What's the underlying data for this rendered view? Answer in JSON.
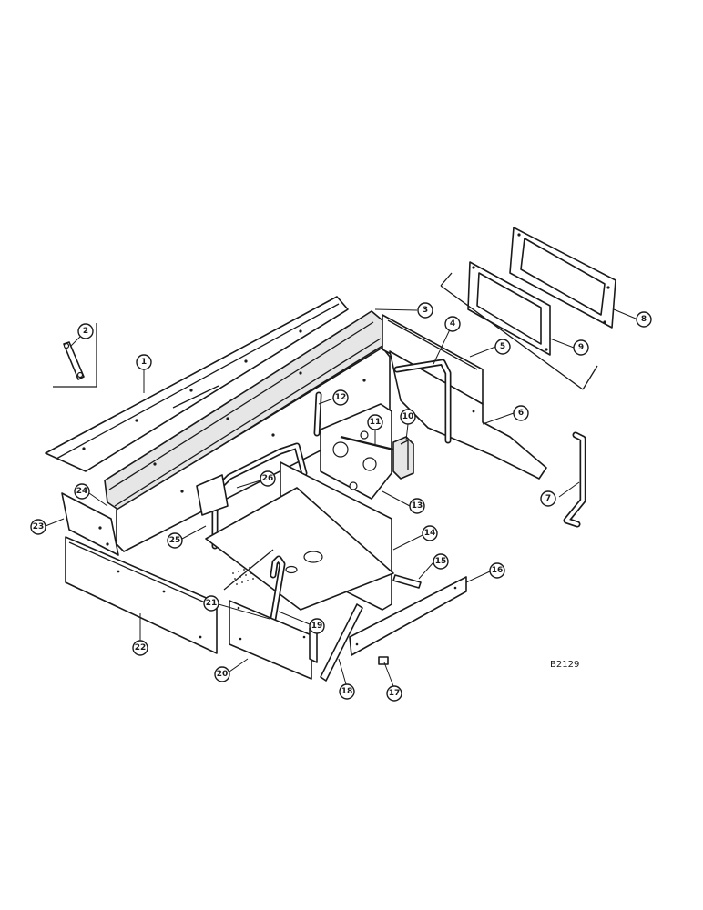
{
  "diagram": {
    "drawing_number": "B2129",
    "callouts": [
      "1",
      "2",
      "3",
      "4",
      "5",
      "6",
      "7",
      "8",
      "9",
      "10",
      "11",
      "12",
      "13",
      "14",
      "15",
      "16",
      "17",
      "18",
      "19",
      "20",
      "21",
      "22",
      "23",
      "24",
      "25",
      "26"
    ]
  }
}
